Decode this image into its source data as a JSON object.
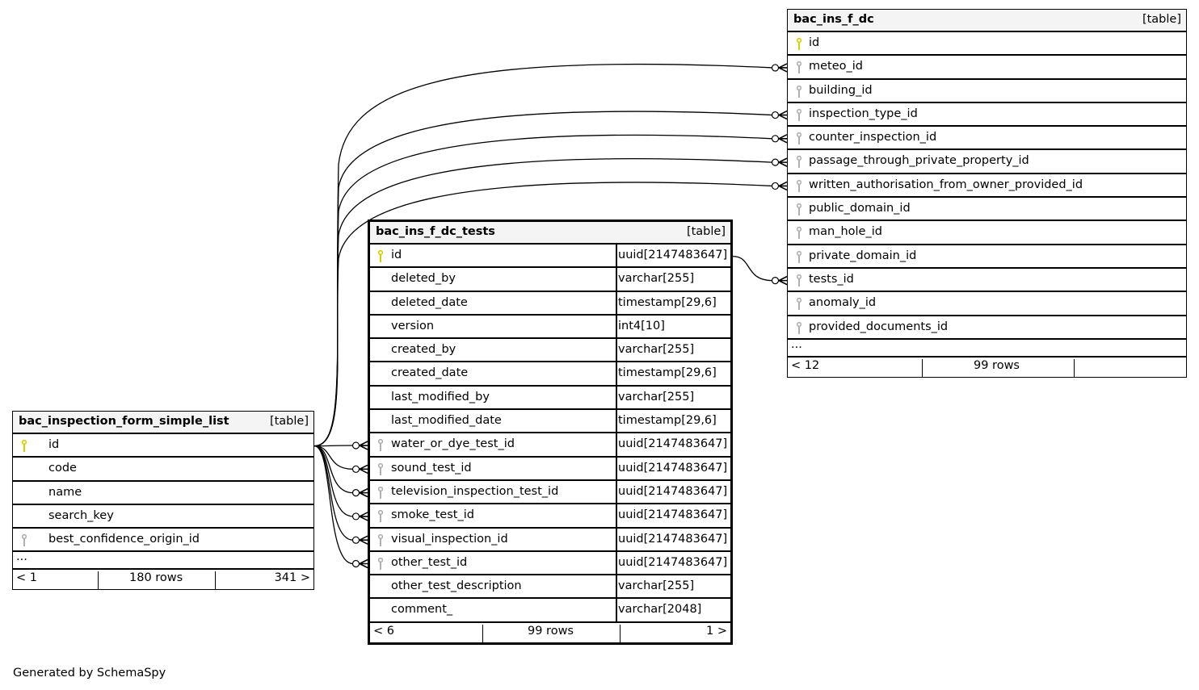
{
  "tables": {
    "dc": {
      "name": "bac_ins_f_dc",
      "kind": "[table]",
      "columns": [
        {
          "name": "id",
          "key": "primary"
        },
        {
          "name": "meteo_id",
          "key": "foreign"
        },
        {
          "name": "building_id",
          "key": "foreign"
        },
        {
          "name": "inspection_type_id",
          "key": "foreign"
        },
        {
          "name": "counter_inspection_id",
          "key": "foreign"
        },
        {
          "name": "passage_through_private_property_id",
          "key": "foreign"
        },
        {
          "name": "written_authorisation_from_owner_provided_id",
          "key": "foreign"
        },
        {
          "name": "public_domain_id",
          "key": "foreign"
        },
        {
          "name": "man_hole_id",
          "key": "foreign"
        },
        {
          "name": "private_domain_id",
          "key": "foreign"
        },
        {
          "name": "tests_id",
          "key": "foreign"
        },
        {
          "name": "anomaly_id",
          "key": "foreign"
        },
        {
          "name": "provided_documents_id",
          "key": "foreign"
        }
      ],
      "ellipsis": "...",
      "footer": {
        "parents": "< 12",
        "rows": "99 rows",
        "children": ""
      }
    },
    "tests": {
      "name": "bac_ins_f_dc_tests",
      "kind": "[table]",
      "columns": [
        {
          "name": "id",
          "type": "uuid[2147483647]",
          "key": "primary"
        },
        {
          "name": "deleted_by",
          "type": "varchar[255]",
          "key": ""
        },
        {
          "name": "deleted_date",
          "type": "timestamp[29,6]",
          "key": ""
        },
        {
          "name": "version",
          "type": "int4[10]",
          "key": ""
        },
        {
          "name": "created_by",
          "type": "varchar[255]",
          "key": ""
        },
        {
          "name": "created_date",
          "type": "timestamp[29,6]",
          "key": ""
        },
        {
          "name": "last_modified_by",
          "type": "varchar[255]",
          "key": ""
        },
        {
          "name": "last_modified_date",
          "type": "timestamp[29,6]",
          "key": ""
        },
        {
          "name": "water_or_dye_test_id",
          "type": "uuid[2147483647]",
          "key": "foreign"
        },
        {
          "name": "sound_test_id",
          "type": "uuid[2147483647]",
          "key": "foreign"
        },
        {
          "name": "television_inspection_test_id",
          "type": "uuid[2147483647]",
          "key": "foreign"
        },
        {
          "name": "smoke_test_id",
          "type": "uuid[2147483647]",
          "key": "foreign"
        },
        {
          "name": "visual_inspection_id",
          "type": "uuid[2147483647]",
          "key": "foreign"
        },
        {
          "name": "other_test_id",
          "type": "uuid[2147483647]",
          "key": "foreign"
        },
        {
          "name": "other_test_description",
          "type": "varchar[255]",
          "key": ""
        },
        {
          "name": "comment_",
          "type": "varchar[2048]",
          "key": ""
        }
      ],
      "footer": {
        "parents": "< 6",
        "rows": "99 rows",
        "children": "1 >"
      }
    },
    "simple": {
      "name": "bac_inspection_form_simple_list",
      "kind": "[table]",
      "columns": [
        {
          "name": "id",
          "key": "primary"
        },
        {
          "name": "code",
          "key": ""
        },
        {
          "name": "name",
          "key": ""
        },
        {
          "name": "search_key",
          "key": ""
        },
        {
          "name": "best_confidence_origin_id",
          "key": "foreign"
        }
      ],
      "ellipsis": "...",
      "footer": {
        "parents": "< 1",
        "rows": "180 rows",
        "children": "341 >"
      }
    }
  },
  "relationships": [
    {
      "from": "bac_inspection_form_simple_list.id",
      "to": "bac_ins_f_dc.meteo_id"
    },
    {
      "from": "bac_inspection_form_simple_list.id",
      "to": "bac_ins_f_dc.inspection_type_id"
    },
    {
      "from": "bac_inspection_form_simple_list.id",
      "to": "bac_ins_f_dc.counter_inspection_id"
    },
    {
      "from": "bac_inspection_form_simple_list.id",
      "to": "bac_ins_f_dc.passage_through_private_property_id"
    },
    {
      "from": "bac_inspection_form_simple_list.id",
      "to": "bac_ins_f_dc.written_authorisation_from_owner_provided_id"
    },
    {
      "from": "bac_ins_f_dc_tests.id",
      "to": "bac_ins_f_dc.tests_id"
    },
    {
      "from": "bac_inspection_form_simple_list.id",
      "to": "bac_ins_f_dc_tests.water_or_dye_test_id"
    },
    {
      "from": "bac_inspection_form_simple_list.id",
      "to": "bac_ins_f_dc_tests.sound_test_id"
    },
    {
      "from": "bac_inspection_form_simple_list.id",
      "to": "bac_ins_f_dc_tests.television_inspection_test_id"
    },
    {
      "from": "bac_inspection_form_simple_list.id",
      "to": "bac_ins_f_dc_tests.smoke_test_id"
    },
    {
      "from": "bac_inspection_form_simple_list.id",
      "to": "bac_ins_f_dc_tests.visual_inspection_id"
    },
    {
      "from": "bac_inspection_form_simple_list.id",
      "to": "bac_ins_f_dc_tests.other_test_id"
    }
  ],
  "colors": {
    "primary_key": "#d4d000",
    "foreign_key": "#b0b0b0",
    "header_bg": "#f4f4f4"
  },
  "footer_text": "Generated by SchemaSpy"
}
